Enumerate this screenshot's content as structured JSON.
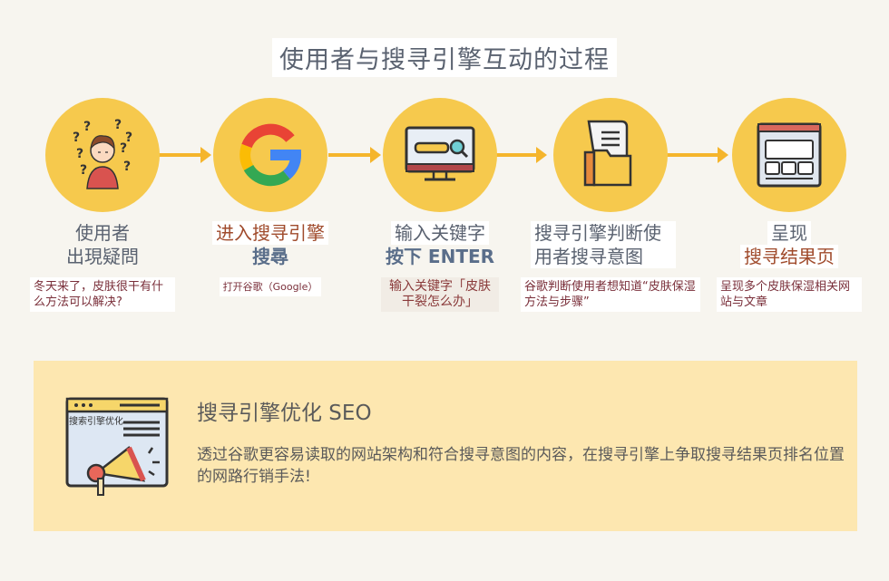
{
  "title": "使用者与搜寻引擎互动的过程",
  "steps": [
    {
      "icon": "confused-user-icon",
      "label_line1": "使用者",
      "label_line2": "出現疑問",
      "desc": "冬天来了，皮肤很干有什么方法可以解决?"
    },
    {
      "icon": "google-logo-icon",
      "label_line1": "进入搜寻引擎",
      "label_line2": "搜尋",
      "desc": "打开谷歌（Google）"
    },
    {
      "icon": "search-monitor-icon",
      "label_line1": "输入关键字",
      "label_line2": "按下 ENTER",
      "desc": "输入关键字「皮肤干裂怎么办」"
    },
    {
      "icon": "document-folder-icon",
      "label_line1": "搜寻引擎判断使用者搜寻意图",
      "label_line2": "",
      "desc": "谷歌判断使用者想知道“皮肤保湿方法与步骤”"
    },
    {
      "icon": "results-page-icon",
      "label_line1": "呈现",
      "label_line2": "搜寻结果页",
      "desc": "呈现多个皮肤保湿相关网站与文章"
    }
  ],
  "seo": {
    "icon_text": "搜索引擎优化",
    "title": "搜寻引擎优化 SEO",
    "text": "透过谷歌更容易读取的网站架构和符合搜寻意图的内容，在搜寻引擎上争取搜寻结果页排名位置的网路行销手法!"
  },
  "colors": {
    "circle": "#f6c94d",
    "arrow": "#f5b52c",
    "panel": "#fde7b0",
    "background": "#f7f5ef"
  }
}
